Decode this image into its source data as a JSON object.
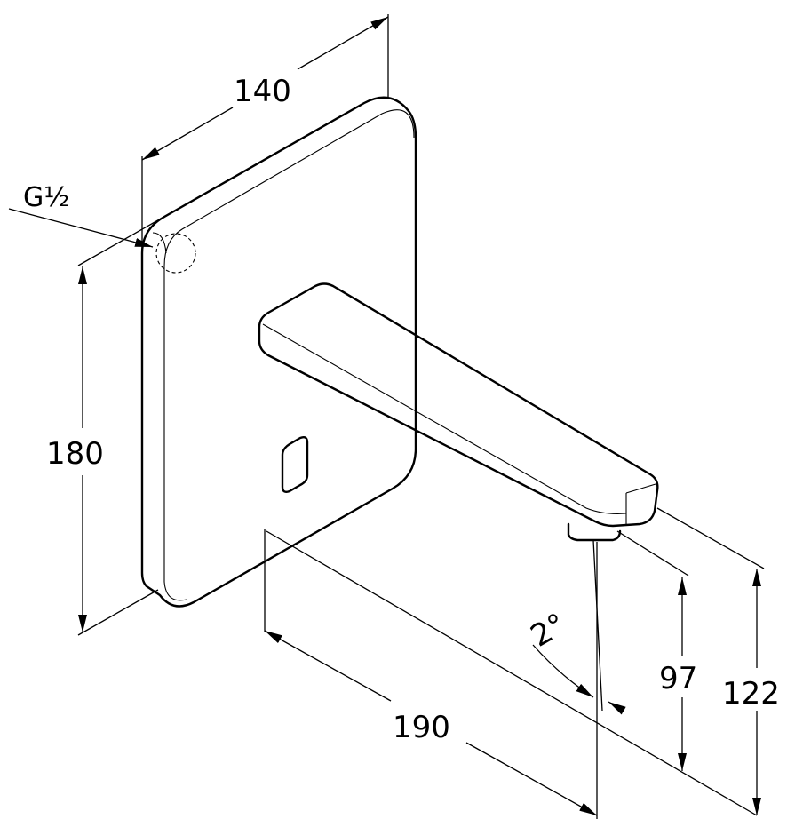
{
  "drawing": {
    "dimensions": {
      "width": "140",
      "thread": "G½",
      "height": "180",
      "projection": "190",
      "angle": "2°",
      "spout_height": "97",
      "total_height": "122"
    },
    "line_color": "#000000",
    "background": "#ffffff"
  }
}
